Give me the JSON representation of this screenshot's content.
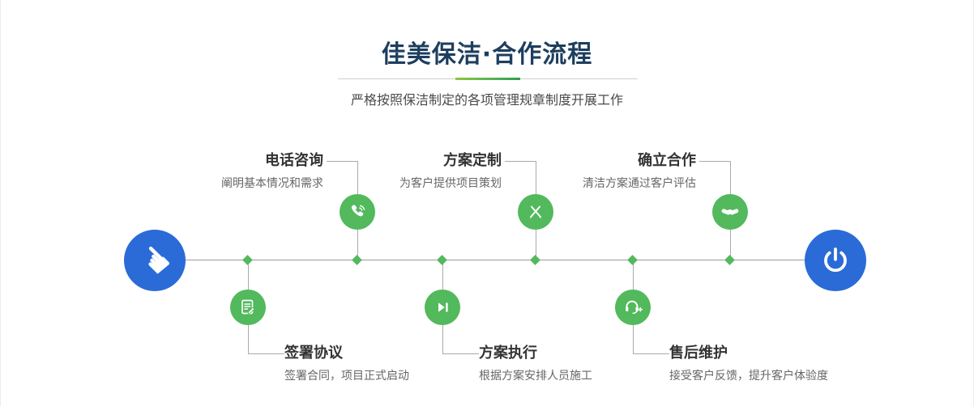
{
  "header": {
    "title": "佳美保洁·合作流程",
    "subtitle": "严格按照保洁制定的各项管理规章制度开展工作"
  },
  "timeline": {
    "start_icon": "hand-pointer-icon",
    "end_icon": "power-icon"
  },
  "steps_top": [
    {
      "title": "电话咨询",
      "desc": "阐明基本情况和需求",
      "icon": "phone-icon"
    },
    {
      "title": "方案定制",
      "desc": "为客户提供项目策划",
      "icon": "design-pen-icon"
    },
    {
      "title": "确立合作",
      "desc": "清洁方案通过客户评估",
      "icon": "handshake-icon"
    }
  ],
  "steps_bottom": [
    {
      "title": "签署协议",
      "desc": "签署合同，项目正式启动",
      "icon": "contract-icon"
    },
    {
      "title": "方案执行",
      "desc": "根据方案安排人员施工",
      "icon": "play-execute-icon"
    },
    {
      "title": "售后维护",
      "desc": "接受客户反馈，提升客户体验度",
      "icon": "headset-icon"
    }
  ],
  "colors": {
    "accent_blue": "#2a6bd8",
    "accent_green": "#52b95c",
    "title_color": "#1d3e5e"
  }
}
